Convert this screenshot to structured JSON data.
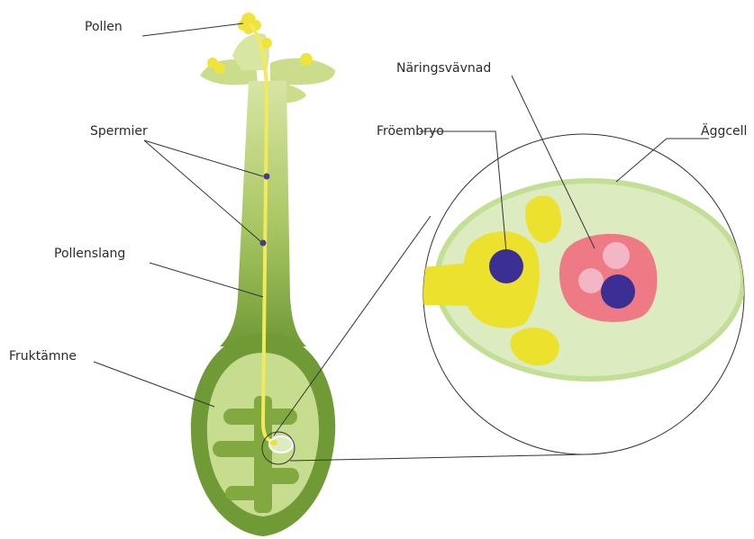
{
  "labels": {
    "pollen": "Pollen",
    "spermier": "Spermier",
    "pollenslang": "Pollenslang",
    "fruktamne": "Fruktämne",
    "naringsvavnad": "Näringsvävnad",
    "froembryo": "Fröembryo",
    "aggcell": "Äggcell"
  },
  "colors": {
    "stem_light": "#c9dd8a",
    "stem_dark": "#7fa443",
    "ovary_outer": "#6f9a36",
    "ovary_inner": "#c6dc8e",
    "tissue_dark": "#82a93f",
    "pollen": "#f0e33a",
    "pollen_tube": "#f2ea5a",
    "sperm": "#4a3a8c",
    "ovule_fill": "#dcebc0",
    "ovule_ring": "#c3df96",
    "embryo_yellow": "#ece22e",
    "egg_pink": "#ee7a86",
    "egg_light": "#f3b6c4",
    "nucleus": "#3c2f94",
    "outline": "#333333"
  }
}
